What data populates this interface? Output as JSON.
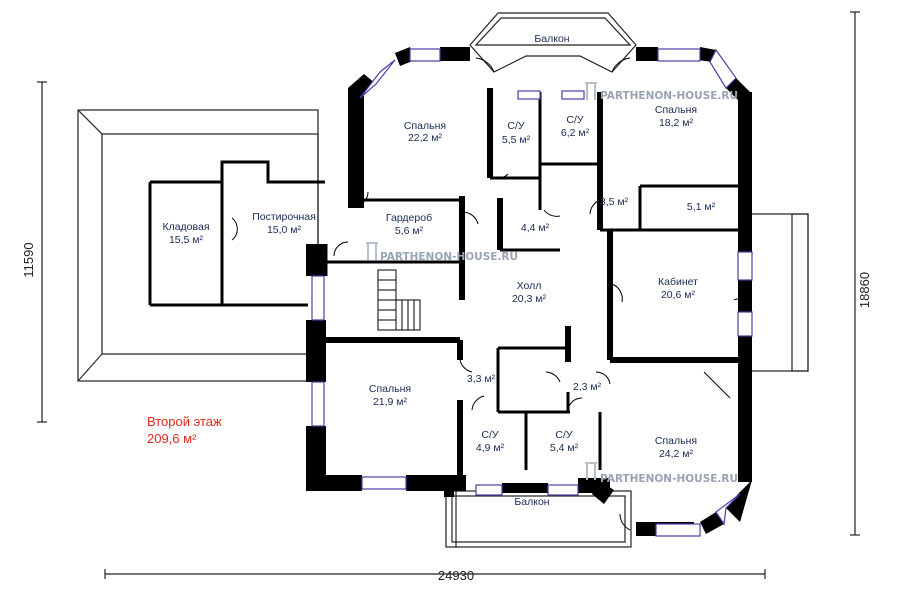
{
  "floor": {
    "title": "Второй этаж",
    "area": "209,6 м²"
  },
  "watermark": "PARTHENON-HOUSE.RU",
  "dimensions": {
    "width": "24930",
    "depth_right": "18860",
    "depth_left": "11590"
  },
  "rooms": {
    "balcony_top": "Балкон",
    "bedroom_nw": {
      "name": "Спальня",
      "area": "22,2 м²"
    },
    "wc_1": {
      "name": "С/У",
      "area": "5,5 м²"
    },
    "wc_2": {
      "name": "С/У",
      "area": "6,2 м²"
    },
    "bedroom_ne": {
      "name": "Спальня",
      "area": "18,2 м²"
    },
    "storage": {
      "name": "Кладовая",
      "area": "15,5 м²"
    },
    "laundry": {
      "name": "Постирочная",
      "area": "15,0 м²"
    },
    "wardrobe": {
      "name": "Гардероб",
      "area": "5,6 м²"
    },
    "small_44": "4,4 м²",
    "small_35": "3,5 м²",
    "small_51": "5,1 м²",
    "hall": {
      "name": "Холл",
      "area": "20,3 м²"
    },
    "study": {
      "name": "Кабинет",
      "area": "20,6 м²"
    },
    "bedroom_sw": {
      "name": "Спальня",
      "area": "21,9 м²"
    },
    "small_33": "3,3 м²",
    "small_23": "2,3 м²",
    "wc_3": {
      "name": "С/У",
      "area": "4,9 м²"
    },
    "wc_4": {
      "name": "С/У",
      "area": "5,4 м²"
    },
    "bedroom_se": {
      "name": "Спальня",
      "area": "24,2 м²"
    },
    "balcony_bottom": "Балкон"
  }
}
